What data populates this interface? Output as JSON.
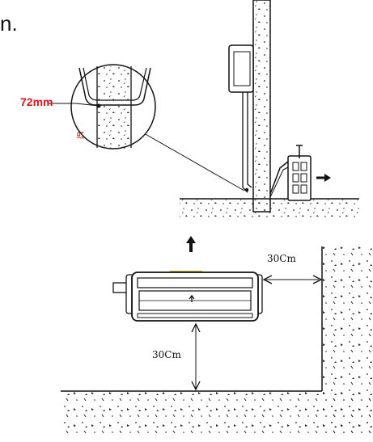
{
  "texts": {
    "top_fragment": "n.",
    "pipe_dimension": "72mm",
    "red_mark": "虹",
    "clearance_side": "30Cm",
    "clearance_bottom": "30Cm"
  },
  "colors": {
    "line": "#111111",
    "accent_red": "#e0161b",
    "unit_stripe": "#e2b400",
    "background": "#ffffff"
  }
}
